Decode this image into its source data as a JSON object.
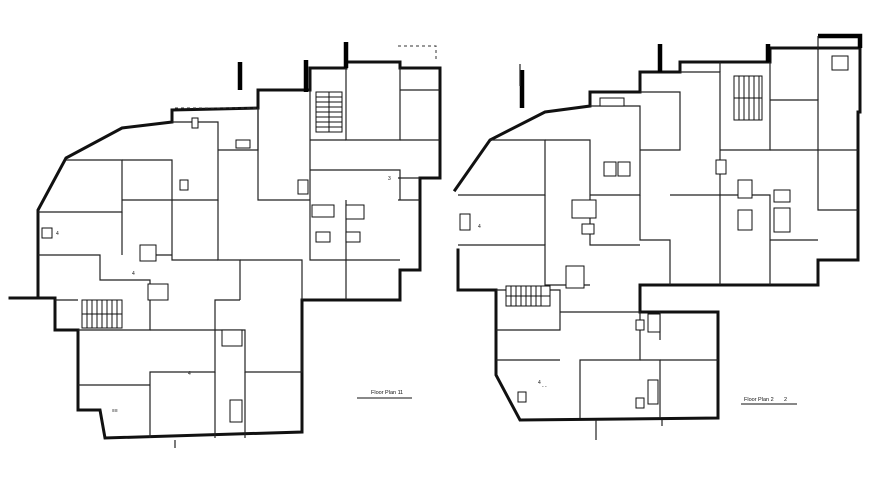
{
  "drawing": {
    "background_color": "#ffffff",
    "line_color": "#111111",
    "plans": [
      {
        "name": "left-floor-plan",
        "caption": "Floor Plan 1",
        "marker": "1"
      },
      {
        "name": "right-floor-plan",
        "caption": "Floor Plan 2",
        "marker": "2"
      }
    ]
  }
}
